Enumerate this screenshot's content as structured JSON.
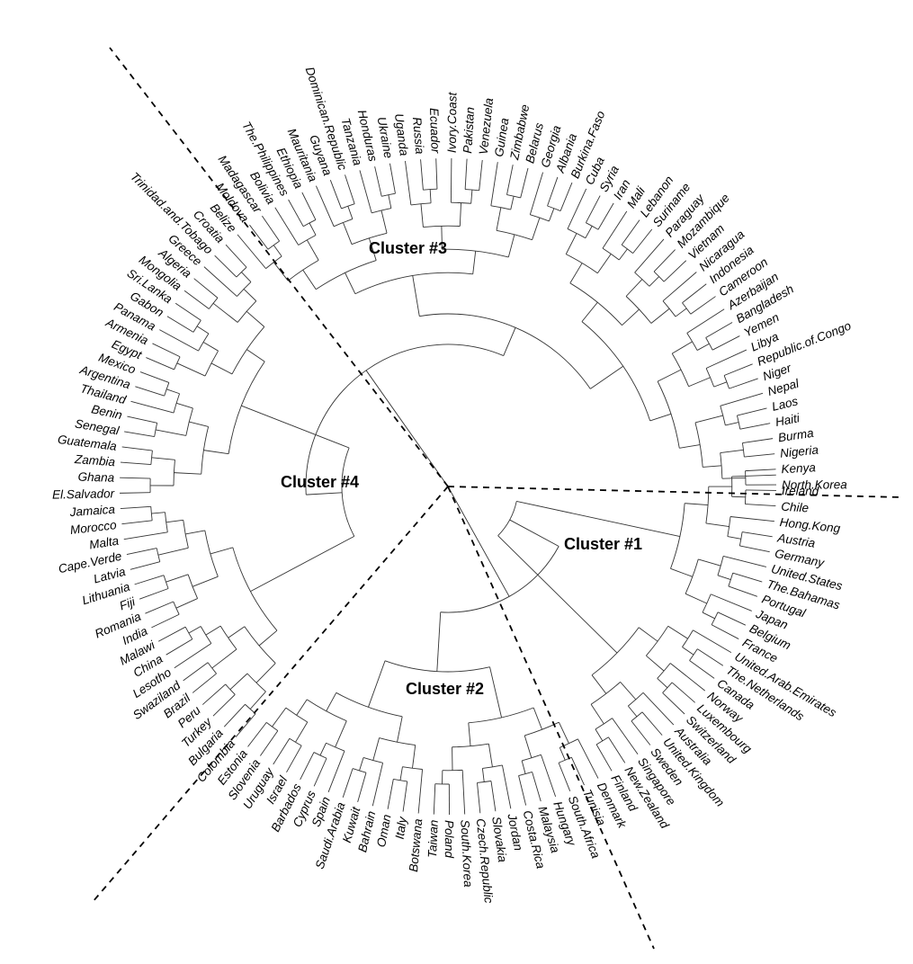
{
  "dendrogram": {
    "leaves": [
      "North.Korea",
      "Kenya",
      "Nigeria",
      "Burma",
      "Haiti",
      "Laos",
      "Nepal",
      "Niger",
      "Republic.of.Congo",
      "Libya",
      "Yemen",
      "Bangladesh",
      "Azerbaijan",
      "Cameroon",
      "Indonesia",
      "Nicaragua",
      "Vietnam",
      "Mozambique",
      "Paraguay",
      "Suriname",
      "Lebanon",
      "Mali",
      "Iran",
      "Syria",
      "Cuba",
      "Burkina.Faso",
      "Albania",
      "Georgia",
      "Belarus",
      "Zimbabwe",
      "Guinea",
      "Venezuela",
      "Pakistan",
      "Ivory.Coast",
      "Ecuador",
      "Russia",
      "Uganda",
      "Ukraine",
      "Honduras",
      "Tanzania",
      "Dominican.Republic",
      "Guyana",
      "Mauritania",
      "Ethiopia",
      "The.Philippines",
      "Bolivia",
      "Madagascar",
      "Moldova",
      "Belize",
      "Croatia",
      "Trinidad.and.Tobago",
      "Greece",
      "Algeria",
      "Mongolia",
      "Sri.Lanka",
      "Gabon",
      "Panama",
      "Armenia",
      "Egypt",
      "Mexico",
      "Argentina",
      "Thailand",
      "Benin",
      "Senegal",
      "Guatemala",
      "Zambia",
      "Ghana",
      "El.Salvador",
      "Jamaica",
      "Morocco",
      "Malta",
      "Cape.Verde",
      "Latvia",
      "Lithuania",
      "Fiji",
      "Romania",
      "India",
      "Malawi",
      "China",
      "Lesotho",
      "Swaziland",
      "Brazil",
      "Peru",
      "Turkey",
      "Bulgaria",
      "Colombia",
      "Estonia",
      "Slovenia",
      "Uruguay",
      "Israel",
      "Barbados",
      "Cyprus",
      "Spain",
      "Saudi.Arabia",
      "Kuwait",
      "Bahrain",
      "Oman",
      "Italy",
      "Botswana",
      "Taiwan",
      "Poland",
      "South.Korea",
      "Czech.Republic",
      "Slovakia",
      "Jordan",
      "Costa.Rica",
      "Malaysia",
      "Hungary",
      "South.Africa",
      "Tunisia",
      "Denmark",
      "Finland",
      "New.Zealand",
      "Singapore",
      "Sweden",
      "United.Kingdom",
      "Australia",
      "Switzerland",
      "Luxembourg",
      "Norway",
      "Canada",
      "The.Netherlands",
      "United.Arab.Emirates",
      "France",
      "Belgium",
      "Japan",
      "Portugal",
      "The.Bahamas",
      "United.States",
      "Germany",
      "Austria",
      "Hong.Kong",
      "Chile",
      "Ireland"
    ],
    "clusters": [
      "Cluster #1",
      "Cluster #2",
      "Cluster #3",
      "Cluster #4"
    ]
  }
}
